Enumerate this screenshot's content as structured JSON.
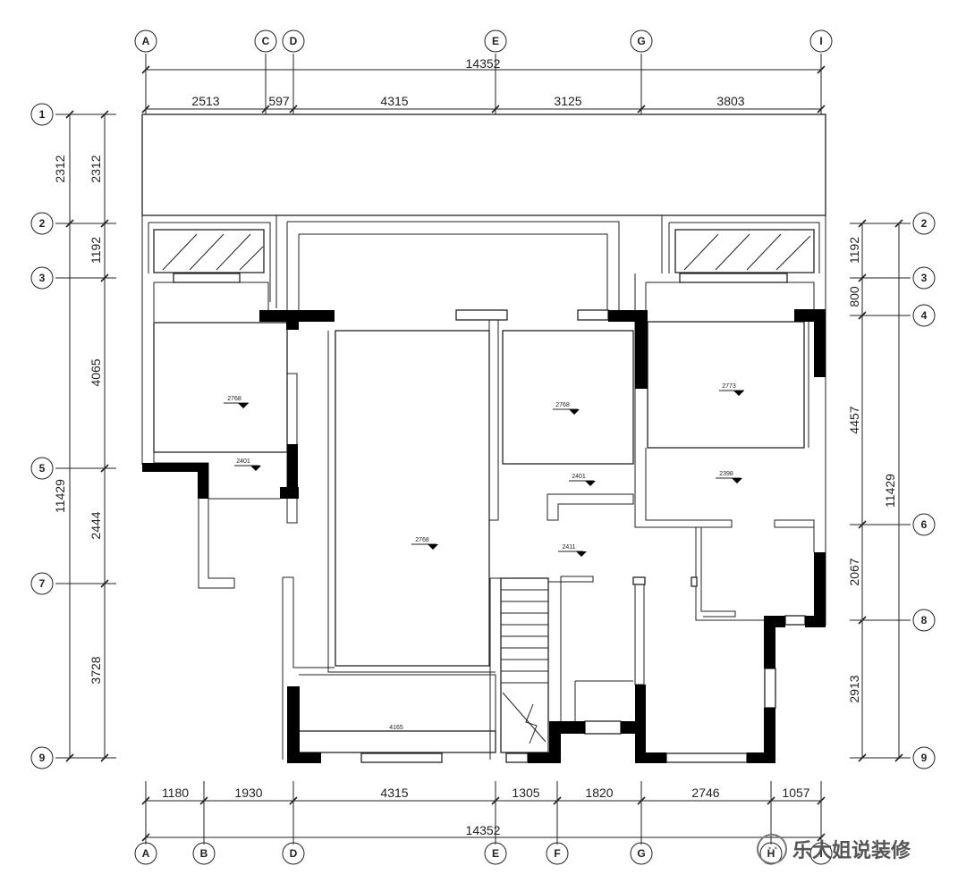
{
  "grid_top": [
    "A",
    "C",
    "D",
    "E",
    "G",
    "I"
  ],
  "grid_bottom": [
    "A",
    "B",
    "D",
    "E",
    "F",
    "G",
    "H",
    "I"
  ],
  "grid_left": [
    "1",
    "2",
    "3",
    "5",
    "7",
    "9"
  ],
  "grid_right": [
    "2",
    "3",
    "4",
    "6",
    "8",
    "9"
  ],
  "dims": {
    "top_total": "14352",
    "top_segments": [
      "2513",
      "597",
      "4315",
      "3125",
      "3803"
    ],
    "bottom_total": "14352",
    "bottom_segments": [
      "1180",
      "1930",
      "4315",
      "1305",
      "1820",
      "2746",
      "1057"
    ],
    "left_outer": [
      "2312",
      "11429"
    ],
    "left_inner": [
      "2312",
      "1192",
      "4065",
      "2444",
      "3728"
    ],
    "right_inner": [
      "1192",
      "800",
      "4457",
      "2067",
      "2913"
    ],
    "right_outer": [
      "11429"
    ]
  },
  "levels": [
    "2768",
    "2401",
    "2768",
    "2768",
    "2773",
    "2401",
    "2398",
    "2411"
  ],
  "window_width_label": "4165",
  "watermark": "乐大姐说装修"
}
